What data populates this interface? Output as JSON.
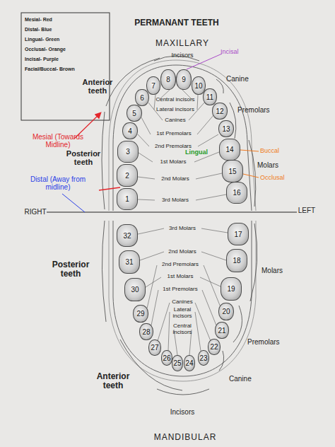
{
  "diagram": {
    "title": "PERMANANT TEETH",
    "nodes": [
      {
        "text": [
          "1"
        ]
      },
      {
        "text": [
          "2"
        ]
      },
      {
        "text": [
          "3"
        ]
      },
      {
        "text": [
          "4"
        ]
      },
      {
        "text": [
          "5"
        ]
      },
      {
        "text": [
          "6"
        ]
      },
      {
        "text": [
          "7"
        ]
      },
      {
        "text": [
          "8"
        ]
      },
      {
        "text": [
          "9"
        ]
      },
      {
        "text": [
          "10"
        ]
      },
      {
        "text": [
          "11"
        ]
      },
      {
        "text": [
          "12"
        ]
      },
      {
        "text": [
          "13"
        ]
      },
      {
        "text": [
          "14"
        ]
      },
      {
        "text": [
          "15"
        ]
      },
      {
        "text": [
          "16"
        ]
      },
      {
        "text": [
          "17"
        ]
      },
      {
        "text": [
          "18"
        ]
      },
      {
        "text": [
          "19"
        ]
      },
      {
        "text": [
          "20"
        ]
      },
      {
        "text": [
          "21"
        ]
      },
      {
        "text": [
          "22"
        ]
      },
      {
        "text": [
          "23"
        ]
      },
      {
        "text": [
          "24"
        ]
      },
      {
        "text": [
          "25"
        ]
      },
      {
        "text": [
          "26"
        ]
      },
      {
        "text": [
          "27"
        ]
      },
      {
        "text": [
          "28"
        ]
      },
      {
        "text": [
          "29"
        ]
      },
      {
        "text": [
          "30"
        ]
      },
      {
        "text": [
          "31"
        ]
      },
      {
        "text": [
          "32"
        ]
      }
    ],
    "labels": [
      "MAXILLARY",
      "Incisors",
      "Incisal",
      "Anterior teeth",
      "Canine",
      "Premolars",
      "Molars",
      "Central incisors",
      "Lateral incisors",
      "Canines",
      "1st Premolars",
      "2nd Premolars",
      "Lingual",
      "1st Molars",
      "2nd Molars",
      "3rd Molars",
      "Buccal",
      "Occlusal",
      "Mesial (Towards Midline)",
      "Posterior teeth",
      "Distal (Away from midline)",
      "RIGHT",
      "LEFT",
      "3rd Molars",
      "2nd Molars",
      "2nd Premolars",
      "1st Molars",
      "1st Premolars",
      "Canines",
      "Lateral incisors",
      "Central incisors",
      "Posterior teeth",
      "Molars",
      "Premolars",
      "Anterior teeth",
      "Canine",
      "Incisors",
      "MANDIBULAR"
    ],
    "legend": [
      {
        "text": "Mesial- Red"
      },
      {
        "text": "Distal- Blue"
      },
      {
        "text": "Lingual- Green"
      },
      {
        "text": "Occlusal- Orange"
      },
      {
        "text": "Incisal- Purple"
      },
      {
        "text": "Facial/Buccal- Brown"
      }
    ]
  }
}
